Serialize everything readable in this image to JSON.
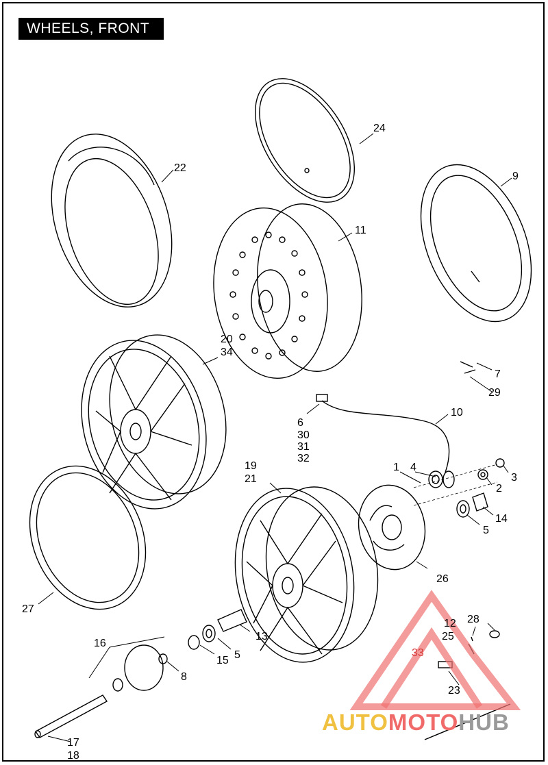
{
  "title": "WHEELS, FRONT",
  "callouts": [
    {
      "id": "c24",
      "text": "24"
    },
    {
      "id": "c22",
      "text": "22"
    },
    {
      "id": "c9",
      "text": "9"
    },
    {
      "id": "c11",
      "text": "11"
    },
    {
      "id": "c20",
      "text": "20"
    },
    {
      "id": "c34",
      "text": "34"
    },
    {
      "id": "c7",
      "text": "7"
    },
    {
      "id": "c29",
      "text": "29"
    },
    {
      "id": "c10",
      "text": "10"
    },
    {
      "id": "c6",
      "text": "6"
    },
    {
      "id": "c30",
      "text": "30"
    },
    {
      "id": "c31",
      "text": "31"
    },
    {
      "id": "c32",
      "text": "32"
    },
    {
      "id": "c19",
      "text": "19"
    },
    {
      "id": "c21",
      "text": "21"
    },
    {
      "id": "c1",
      "text": "1"
    },
    {
      "id": "c4",
      "text": "4"
    },
    {
      "id": "c3",
      "text": "3"
    },
    {
      "id": "c2",
      "text": "2"
    },
    {
      "id": "c14",
      "text": "14"
    },
    {
      "id": "c5a",
      "text": "5"
    },
    {
      "id": "c26",
      "text": "26"
    },
    {
      "id": "c27",
      "text": "27"
    },
    {
      "id": "c16",
      "text": "16"
    },
    {
      "id": "c13",
      "text": "13"
    },
    {
      "id": "c5b",
      "text": "5"
    },
    {
      "id": "c15",
      "text": "15"
    },
    {
      "id": "c8",
      "text": "8"
    },
    {
      "id": "c12",
      "text": "12"
    },
    {
      "id": "c28",
      "text": "28"
    },
    {
      "id": "c25",
      "text": "25"
    },
    {
      "id": "c33",
      "text": "33"
    },
    {
      "id": "c23",
      "text": "23"
    },
    {
      "id": "c17",
      "text": "17"
    },
    {
      "id": "c18",
      "text": "18"
    }
  ],
  "watermark": {
    "part1": "AUTO",
    "part2": "MOTO",
    "part3": "HUB",
    "colors": {
      "auto": "#f0c040",
      "moto": "#f06a6a",
      "hub": "#9a9a9a",
      "triangle": "#f07070"
    }
  }
}
